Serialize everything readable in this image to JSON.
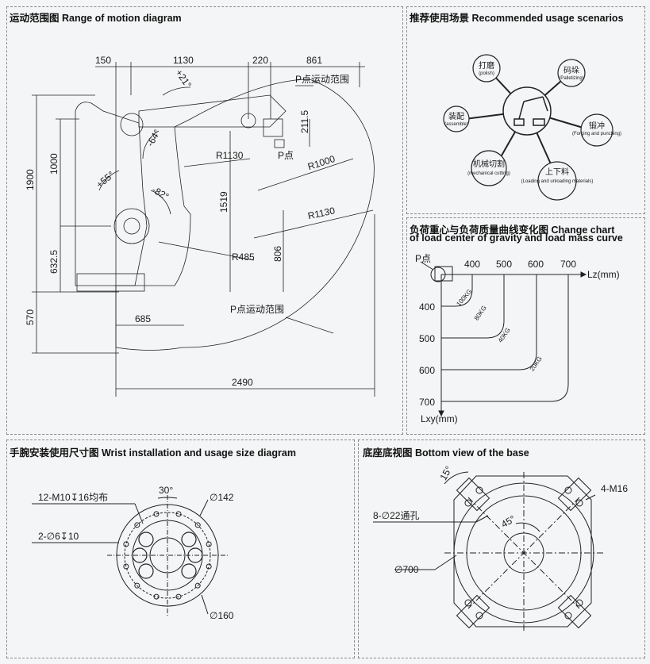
{
  "panels": {
    "motion": {
      "title": "运动范围图  Range of motion diagram",
      "dims": {
        "d150": "150",
        "d1130": "1130",
        "d220": "220",
        "d861": "861",
        "d1900": "1900",
        "d1000": "1000",
        "d632": "632.5",
        "d570": "570",
        "d685": "685",
        "d2490": "2490",
        "d1519": "1519",
        "d806": "806",
        "d211": "211.5",
        "r1130a": "R1130",
        "r1000": "R1000",
        "r1130b": "R1130",
        "r485": "R485",
        "a21": "+21°",
        "a64": "-64°",
        "a55": "+55°",
        "a82": "-82°",
        "prange1": "P点运动范围",
        "prange2": "P点运动范围",
        "ppoint": "P点"
      }
    },
    "scenarios": {
      "title": "推荐使用场景 Recommended usage scenarios",
      "items": [
        {
          "cn": "打磨",
          "en": "(polish)"
        },
        {
          "cn": "码垛",
          "en": "(Palletizing)"
        },
        {
          "cn": "锻冲",
          "en": "(Forging and punching)"
        },
        {
          "cn": "上下料",
          "en": "(Loading and unloading materials)"
        },
        {
          "cn": "机械切割",
          "en": "(mechanical cutting)"
        },
        {
          "cn": "装配",
          "en": "(assemble)"
        }
      ]
    },
    "loadchart": {
      "title_line1": "负荷重心与负荷质量曲线变化图   Change chart",
      "title_line2": "of load center of gravity and load mass curve",
      "ppoint": "P点",
      "xaxis_label": "Lz(mm)",
      "yaxis_label": "Lxy(mm)",
      "xticks": [
        "400",
        "500",
        "600",
        "700"
      ],
      "yticks": [
        "400",
        "500",
        "600",
        "700"
      ],
      "curves": [
        "100KG",
        "80KG",
        "40KG",
        "20KG"
      ]
    },
    "wrist": {
      "title": "手腕安装使用尺寸图  Wrist installation and usage size diagram",
      "labels": {
        "screws": "12-M10↧16均布",
        "pins": "2-∅6↧10",
        "angle": "30°",
        "d142": "∅142",
        "d160": "∅160"
      }
    },
    "base": {
      "title": "底座底视图 Bottom view of the base",
      "labels": {
        "angle15": "15°",
        "m16": "4-M16",
        "holes": "8-∅22通孔",
        "angle45": "45°",
        "d700": "∅700"
      }
    }
  }
}
